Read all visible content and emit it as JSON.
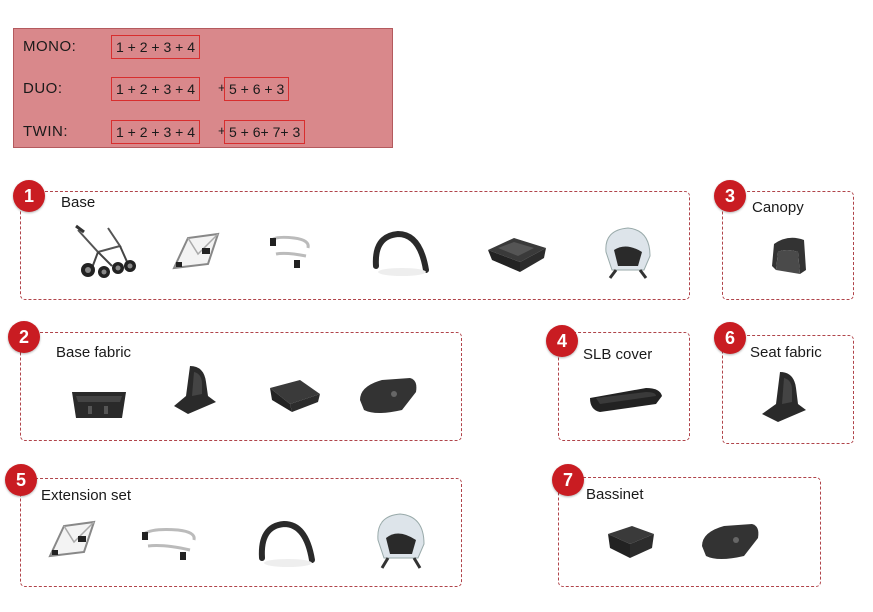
{
  "legend": {
    "rows": [
      {
        "label": "MONO:",
        "formulas": [
          "1 + 2 + 3 + 4"
        ]
      },
      {
        "label": "DUO:",
        "formulas": [
          "1 + 2 + 3 + 4",
          "5 + 6 + 3"
        ]
      },
      {
        "label": "TWIN:",
        "formulas": [
          "1 + 2 + 3 + 4",
          "5 + 6+ 7+ 3"
        ]
      }
    ],
    "separator": "+"
  },
  "groups": [
    {
      "number": "1",
      "title": "Base"
    },
    {
      "number": "2",
      "title": "Base fabric"
    },
    {
      "number": "3",
      "title": "Canopy"
    },
    {
      "number": "4",
      "title": "SLB cover"
    },
    {
      "number": "5",
      "title": "Extension set"
    },
    {
      "number": "6",
      "title": "Seat fabric"
    },
    {
      "number": "7",
      "title": "Bassinet"
    }
  ],
  "colors": {
    "legend_bg": "#d9888b",
    "formula_border": "#d82e2e",
    "badge": "#c91c22",
    "dashed_border": "#b0444a"
  }
}
